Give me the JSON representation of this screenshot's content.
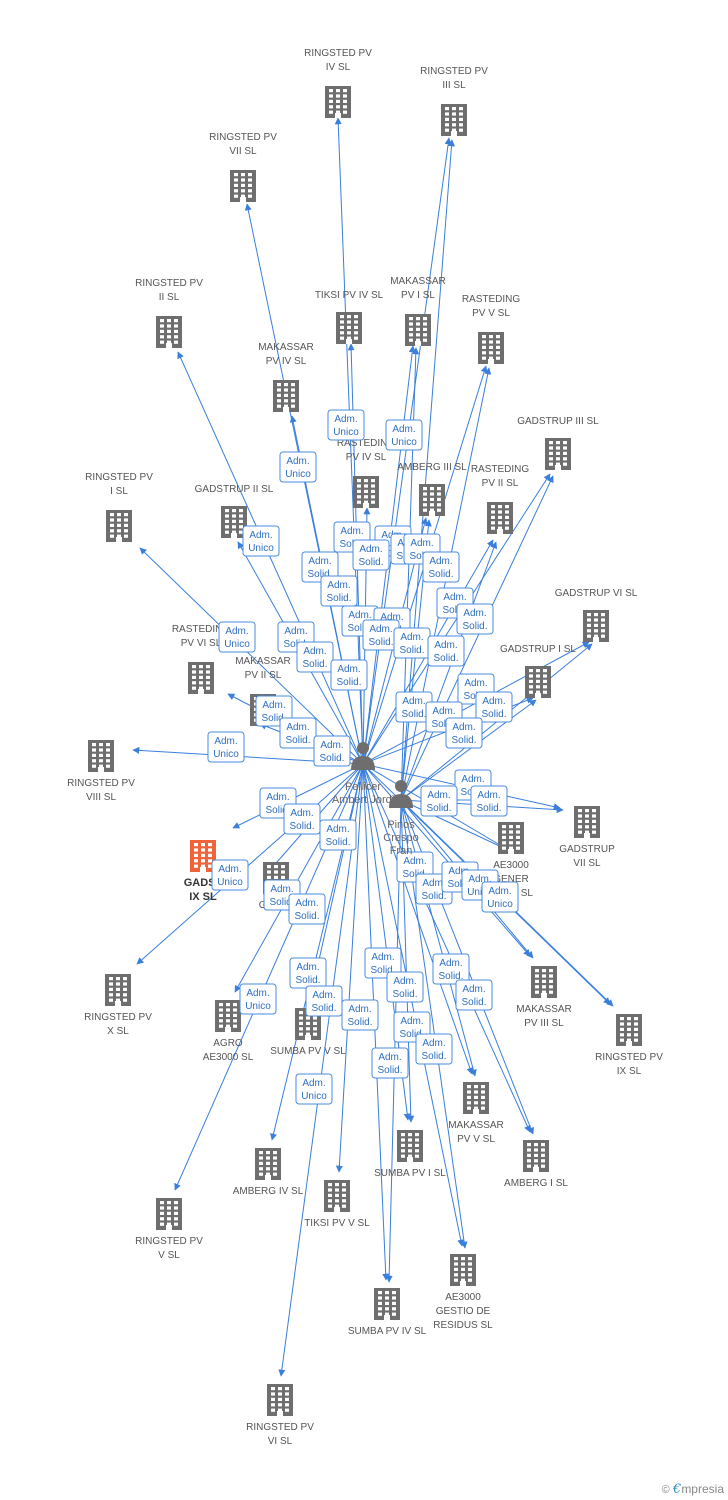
{
  "colors": {
    "edge": "#3a7fdc",
    "building": "#6e6e6e",
    "highlight": "#f0643c",
    "person": "#6e6e6e",
    "badge_border": "#4a8bdb",
    "badge_text": "#2f6fc0"
  },
  "persons": [
    {
      "id": "p1",
      "lines": [
        "Pellicer",
        "Ambert Jordi"
      ],
      "icon": "person-icon"
    },
    {
      "id": "p2",
      "lines": [
        "Pinos",
        "Crespo",
        "Fran"
      ],
      "icon": "person-icon"
    }
  ],
  "companies": [
    {
      "id": "c1",
      "lines": [
        "RINGSTED PV",
        "IV SL"
      ]
    },
    {
      "id": "c2",
      "lines": [
        "RINGSTED PV",
        "III SL"
      ]
    },
    {
      "id": "c3",
      "lines": [
        "RINGSTED PV",
        "VII SL"
      ]
    },
    {
      "id": "c4",
      "lines": [
        "RINGSTED PV",
        "II SL"
      ]
    },
    {
      "id": "c5",
      "lines": [
        "TIKSI PV IV SL"
      ]
    },
    {
      "id": "c6",
      "lines": [
        "MAKASSAR",
        "PV I SL"
      ]
    },
    {
      "id": "c7",
      "lines": [
        "RASTEDING",
        "PV V SL"
      ]
    },
    {
      "id": "c8",
      "lines": [
        "MAKASSAR",
        "PV IV SL"
      ]
    },
    {
      "id": "c9",
      "lines": [
        "GADSTRUP III SL"
      ]
    },
    {
      "id": "c10",
      "lines": [
        "RASTEDING",
        "PV IV SL"
      ]
    },
    {
      "id": "c11",
      "lines": [
        "AMBERG III SL"
      ]
    },
    {
      "id": "c12",
      "lines": [
        "RINGSTED PV",
        "I SL"
      ]
    },
    {
      "id": "c13",
      "lines": [
        "GADSTRUP II SL"
      ]
    },
    {
      "id": "c14",
      "lines": [
        "RASTEDING",
        "PV II SL"
      ]
    },
    {
      "id": "c15",
      "lines": [
        "GADSTRUP VI SL"
      ]
    },
    {
      "id": "c16",
      "lines": [
        "RASTEDING",
        "PV VI SL"
      ]
    },
    {
      "id": "c17",
      "lines": [
        "MAKASSAR",
        "PV II SL"
      ]
    },
    {
      "id": "c18",
      "lines": [
        "GADSTRUP I SL"
      ]
    },
    {
      "id": "c19",
      "lines": [
        "RINGSTED PV",
        "VIII SL"
      ]
    },
    {
      "id": "c20",
      "lines": [
        "GADSTRUP",
        "VII SL"
      ]
    },
    {
      "id": "c21",
      "lines": [
        "GADST",
        "IX SL"
      ],
      "highlight": true
    },
    {
      "id": "c22",
      "lines": [
        "AE3000",
        "GENER",
        "ADOR SL"
      ]
    },
    {
      "id": "c23",
      "lines": [
        "GADST"
      ]
    },
    {
      "id": "c24",
      "lines": [
        "RINGSTED PV",
        "X SL"
      ]
    },
    {
      "id": "c25",
      "lines": [
        "MAKASSAR",
        "PV III SL"
      ]
    },
    {
      "id": "c26",
      "lines": [
        "RINGSTED PV",
        "IX SL"
      ]
    },
    {
      "id": "c27",
      "lines": [
        "AGRO",
        "AE3000 SL"
      ]
    },
    {
      "id": "c28",
      "lines": [
        "SUMBA PV V SL"
      ]
    },
    {
      "id": "c29",
      "lines": [
        "MAKASSAR",
        "PV V SL"
      ]
    },
    {
      "id": "c30",
      "lines": [
        "SUMBA PV I SL"
      ]
    },
    {
      "id": "c31",
      "lines": [
        "AMBERG I SL"
      ]
    },
    {
      "id": "c32",
      "lines": [
        "AMBERG IV SL"
      ]
    },
    {
      "id": "c33",
      "lines": [
        "TIKSI PV V SL"
      ]
    },
    {
      "id": "c34",
      "lines": [
        "RINGSTED PV",
        "V SL"
      ]
    },
    {
      "id": "c35",
      "lines": [
        "AE3000",
        "GESTIO DE",
        "RESIDUS SL"
      ]
    },
    {
      "id": "c36",
      "lines": [
        "SUMBA PV IV SL"
      ]
    },
    {
      "id": "c37",
      "lines": [
        "RINGSTED PV",
        "VI SL"
      ]
    }
  ],
  "badges": [
    {
      "lines": [
        "Adm.",
        "Unico"
      ]
    },
    {
      "lines": [
        "Adm.",
        "Unico"
      ]
    },
    {
      "lines": [
        "Adm.",
        "Unico"
      ]
    },
    {
      "lines": [
        "Adm.",
        "Unico"
      ]
    },
    {
      "lines": [
        "Adm.",
        "Solid."
      ]
    },
    {
      "lines": [
        "Adm.",
        "Solid."
      ]
    },
    {
      "lines": [
        "Adm.",
        "Solid."
      ]
    },
    {
      "lines": [
        "Adm.",
        "Solid."
      ]
    },
    {
      "lines": [
        "Adm.",
        "Solid."
      ]
    },
    {
      "lines": [
        "Adm.",
        "Solid."
      ]
    },
    {
      "lines": [
        "Adm.",
        "Solid."
      ]
    },
    {
      "lines": [
        "Adm.",
        "Solid."
      ]
    },
    {
      "lines": [
        "Adm.",
        "Solid."
      ]
    },
    {
      "lines": [
        "Adm.",
        "Unico"
      ]
    },
    {
      "lines": [
        "Adm.",
        "Solid."
      ]
    },
    {
      "lines": [
        "Adm.",
        "Solid."
      ]
    },
    {
      "lines": [
        "Adm.",
        "Solid."
      ]
    },
    {
      "lines": [
        "Adm.",
        "Solid."
      ]
    },
    {
      "lines": [
        "Adm.",
        "Solid."
      ]
    },
    {
      "lines": [
        "Adm.",
        "Solid."
      ]
    },
    {
      "lines": [
        "Adm.",
        "Solid."
      ]
    },
    {
      "lines": [
        "Adm.",
        "Solid."
      ]
    },
    {
      "lines": [
        "Adm.",
        "Solid."
      ]
    },
    {
      "lines": [
        "Adm.",
        "Solid."
      ]
    },
    {
      "lines": [
        "Adm.",
        "Unico"
      ]
    },
    {
      "lines": [
        "Adm.",
        "Solid."
      ]
    },
    {
      "lines": [
        "Adm.",
        "Solid."
      ]
    },
    {
      "lines": [
        "Adm.",
        "Solid."
      ]
    },
    {
      "lines": [
        "Adm.",
        "Solid."
      ]
    },
    {
      "lines": [
        "Adm.",
        "Solid."
      ]
    },
    {
      "lines": [
        "Adm.",
        "Solid."
      ]
    },
    {
      "lines": [
        "Adm.",
        "Solid."
      ]
    },
    {
      "lines": [
        "Adm.",
        "Solid."
      ]
    },
    {
      "lines": [
        "Adm.",
        "Solid."
      ]
    },
    {
      "lines": [
        "Adm.",
        "Solid."
      ]
    },
    {
      "lines": [
        "Adm.",
        "Solid."
      ]
    },
    {
      "lines": [
        "Adm.",
        "Solid."
      ]
    },
    {
      "lines": [
        "Adm.",
        "Solid."
      ]
    },
    {
      "lines": [
        "Adm.",
        "Solid."
      ]
    },
    {
      "lines": [
        "Adm.",
        "Unico"
      ]
    },
    {
      "lines": [
        "Adm.",
        "Solid."
      ]
    },
    {
      "lines": [
        "Adm.",
        "Solid."
      ]
    },
    {
      "lines": [
        "Adm.",
        "Solid."
      ]
    },
    {
      "lines": [
        "Adm.",
        "Unico"
      ]
    },
    {
      "lines": [
        "Adm.",
        "Solid."
      ]
    },
    {
      "lines": [
        "Adm.",
        "Solid."
      ]
    },
    {
      "lines": [
        "Adm.",
        "Unico"
      ]
    },
    {
      "lines": [
        "Adm.",
        "Solid."
      ]
    },
    {
      "lines": [
        "Adm.",
        "Solid."
      ]
    },
    {
      "lines": [
        "Adm.",
        "Solid."
      ]
    },
    {
      "lines": [
        "Adm.",
        "Solid."
      ]
    },
    {
      "lines": [
        "Adm.",
        "Solid."
      ]
    },
    {
      "lines": [
        "Adm.",
        "Solid."
      ]
    },
    {
      "lines": [
        "Adm.",
        "Solid."
      ]
    },
    {
      "lines": [
        "Adm.",
        "Solid."
      ]
    },
    {
      "lines": [
        "Adm.",
        "Solid."
      ]
    },
    {
      "lines": [
        "Adm.",
        "Unico"
      ]
    },
    {
      "lines": [
        "Adm.",
        "Unico"
      ]
    }
  ],
  "footer": {
    "copyright": "©",
    "brand_first": "€",
    "brand_rest": "mpresia"
  }
}
